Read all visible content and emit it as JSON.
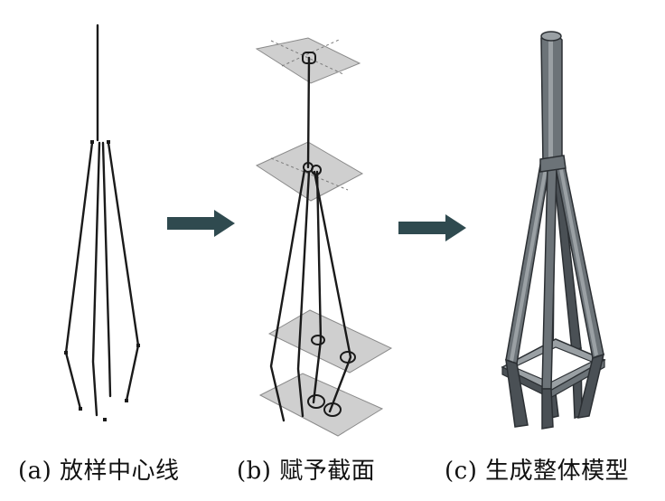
{
  "captions": {
    "a": "(a) 放样中心线",
    "b": "(b) 赋予截面",
    "c": "(c) 生成整体模型"
  },
  "colors": {
    "line": "#1a1a1a",
    "plane_fill": "#cfcfcf",
    "plane_stroke": "#8a8a8a",
    "arrow": "#2f4a4f",
    "model_dark": "#4a5055",
    "model_mid": "#6c7378",
    "model_light": "#9aa0a4"
  }
}
